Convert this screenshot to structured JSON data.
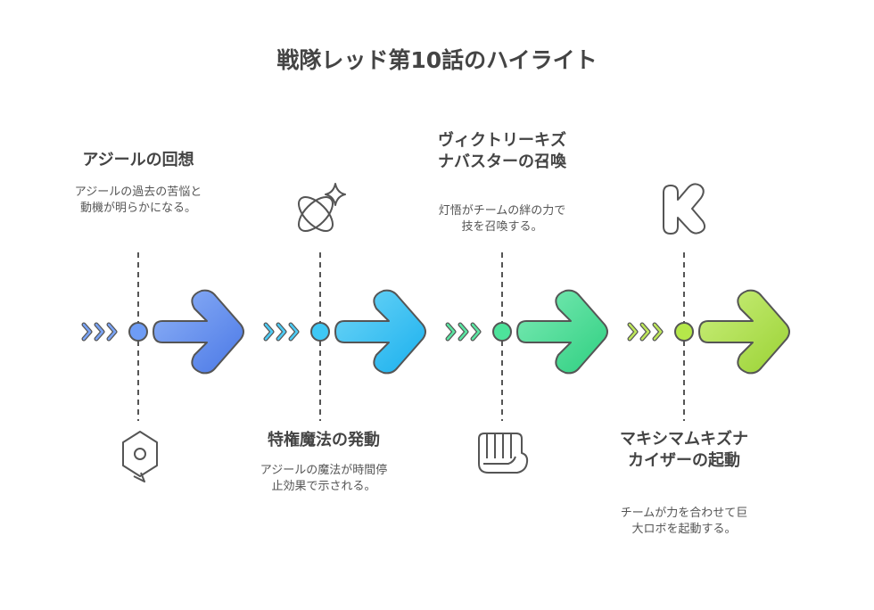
{
  "title": "戦隊レッド第10話のハイライト",
  "steps": [
    {
      "heading": "アジールの回想",
      "description": "アジールの過去の苦悩と動機が明らかになる。",
      "icon": "origin-spiral-icon",
      "color": "#6e9cf5",
      "color_dark": "#4a78e0"
    },
    {
      "heading": "特権魔法の発動",
      "description": "アジールの魔法が時間停止効果で示される。",
      "icon": "magic-orbit-sparkle-icon",
      "color": "#3ec8f5",
      "color_dark": "#1aa8e0"
    },
    {
      "heading": "ヴィクトリーキズナバスターの召喚",
      "description": "灯悟がチームの絆の力で技を召喚する。",
      "icon": "fist-icon",
      "color": "#4de39b",
      "color_dark": "#2ec07a"
    },
    {
      "heading": "マキシマムキズナカイザーの起動",
      "description": "チームが力を合わせて巨大ロボを起動する。",
      "icon": "k-logo-icon",
      "color": "#b5e84a",
      "color_dark": "#92c92a"
    }
  ]
}
